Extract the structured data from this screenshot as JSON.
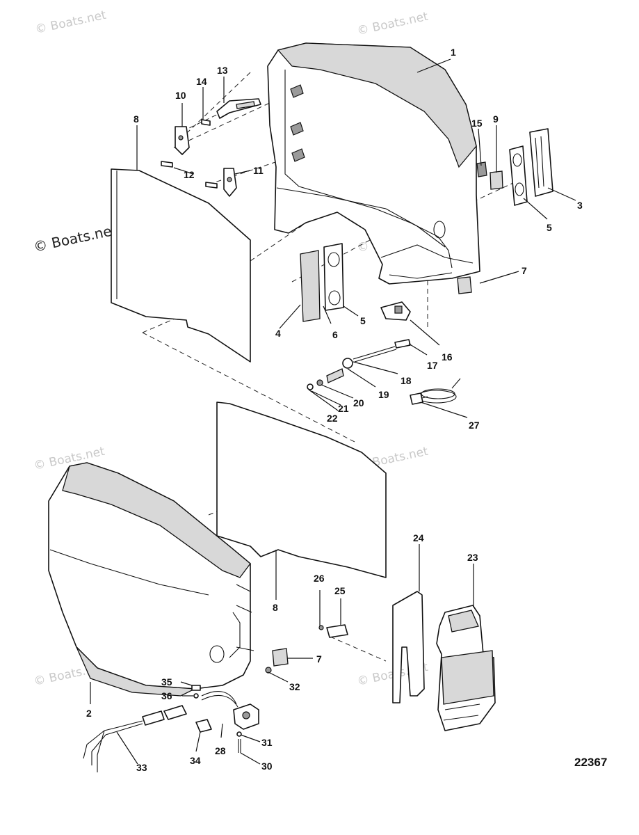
{
  "watermarks": [
    {
      "id": "wm1",
      "text": "© Boats.net"
    },
    {
      "id": "wm2",
      "text": "© Boats.net"
    },
    {
      "id": "wm3",
      "text": "© Boats.net"
    },
    {
      "id": "wm4",
      "text": "© Boats.net"
    },
    {
      "id": "wm5",
      "text": "© Boats.net"
    },
    {
      "id": "wm6",
      "text": "© Boats.net"
    },
    {
      "id": "wm7",
      "text": "© Boats.net"
    },
    {
      "id": "wm8",
      "text": "© Boats.net"
    }
  ],
  "document_number": "22367",
  "callouts": {
    "c1": "1",
    "c2": "2",
    "c3": "3",
    "c4": "4",
    "c5a": "5",
    "c5b": "5",
    "c6": "6",
    "c7a": "7",
    "c7b": "7",
    "c8a": "8",
    "c8b": "8",
    "c9": "9",
    "c10": "10",
    "c11": "11",
    "c12": "12",
    "c13": "13",
    "c14": "14",
    "c15": "15",
    "c16": "16",
    "c17": "17",
    "c18": "18",
    "c19": "19",
    "c20": "20",
    "c21": "21",
    "c22": "22",
    "c23": "23",
    "c24": "24",
    "c25": "25",
    "c26": "26",
    "c27": "27",
    "c28": "28",
    "c30": "30",
    "c31": "31",
    "c32": "32",
    "c33": "33",
    "c34": "34",
    "c35": "35",
    "c36": "36"
  }
}
